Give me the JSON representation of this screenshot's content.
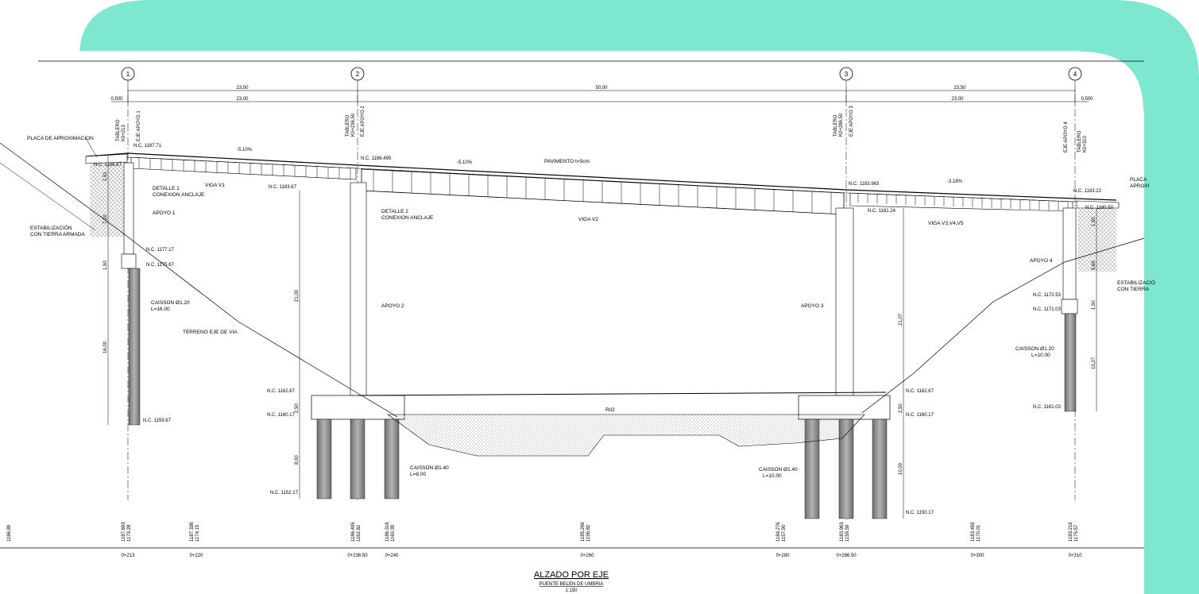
{
  "axes": [
    "1",
    "2",
    "3",
    "4"
  ],
  "dimensions": {
    "top": [
      "23,50",
      "50,00",
      "23,50"
    ],
    "second": [
      "0,500",
      "23,00",
      "23,00",
      "0,500"
    ]
  },
  "vertical_labels": {
    "tablero_1": "TABLERO",
    "tablero_1_km": "K0+213",
    "eje_apoyo_1": "EJE APOYO 1",
    "tablero_2": "TABLERO",
    "tablero_2_km": "K0+236.50",
    "eje_apoyo_2": "EJE APOYO 2",
    "tablero_3": "TABLERO",
    "tablero_3_km": "K0+286.50",
    "eje_apoyo_3": "EJE APOYO 3",
    "eje_apoyo_4": "EJE APOYO 4",
    "tablero_4": "TABLERO",
    "tablero_4_km": "K0+310"
  },
  "labels": {
    "placa_izq": "PLACA DE APROXIMACION",
    "placa_der_1": "PLACA",
    "placa_der_2": "APROXI",
    "pendiente_1a": "-5.10%",
    "pendiente_1b": "-5.10%",
    "pendiente_2": "-3.18%",
    "pavimento": "PAVIMENTO t=5cm",
    "viga_v1": "VIGA V1",
    "viga_v2": "VIGA V2",
    "viga_v3": "VIGA V3,V4,V5",
    "detalle1_a": "DETALLE 1",
    "detalle1_b": "CONEXION ANCLAJE",
    "detalle2_a": "DETALLE 2",
    "detalle2_b": "CONEXION ANCLAJE",
    "apoyo1": "APOYO 1",
    "apoyo2": "APOYO 2",
    "apoyo3": "APOYO 3",
    "apoyo4": "APOYO 4",
    "estab_izq_1": "ESTABILIZACIÓN",
    "estab_izq_2": "CON TIERRA ARMADA",
    "estab_der_1": "ESTABILIZACIÓ",
    "estab_der_2": "CON TIERRA",
    "caisson1_a": "CAISSON Ø1.20",
    "caisson1_b": "L=16.00",
    "caisson2_a": "CAISSON Ø1.40",
    "caisson2_b": "L=8.00",
    "caisson3_a": "CAISSON Ø1.40",
    "caisson3_b": "L=10.00",
    "caisson4_a": "CAISSON Ø1.20",
    "caisson4_b": "L=10.00",
    "terreno": "TERRENO EJE DE VIA",
    "rio": "RIO"
  },
  "levels": {
    "n1187_71": "N.C. 1187.71",
    "n1186_87": "N.C. 1186.87",
    "n1186_495": "N.C. 1186.495",
    "n1183_67": "N.C. 1183.67",
    "n1183_963": "N.C. 1183.963",
    "n1181_24": "N.C. 1181.24",
    "n1183_22": "N.C. 1183.22",
    "n1180_50": "N.C. 1180.50",
    "n1177_17": "N.C. 1177.17",
    "n1175_67": "N.C. 1175.67",
    "n1159_67": "N.C. 1159.67",
    "n1162_67_l": "N.C. 1162.67",
    "n1160_17_l": "N.C. 1160.17",
    "n1152_17": "N.C. 1152.17",
    "n1162_67_r": "N.C. 1162.67",
    "n1160_17_r": "N.C. 1160.17",
    "n1150_17": "N.C. 1150.17",
    "n1172_53": "N.C. 1172.53",
    "n1171_03": "N.C. 1171.03",
    "n1161_03": "N.C. 1161.03"
  },
  "vertical_dims": {
    "d1_51": "1,51",
    "d7_20": "7,20",
    "d1_50a": "1,50",
    "d16_00": "16,00",
    "d21_00": "21,00",
    "d2_50a": "2,50",
    "d8_00": "8,00",
    "d21_07": "21,07",
    "d2_50b": "2,50",
    "d10_00": "10,00",
    "d1_50b": "1,50",
    "d5_69": "5,69",
    "d1_50c": "1,50",
    "d10_27": "10,27"
  },
  "profile": [
    {
      "top": "1186.89",
      "bottom": ""
    },
    {
      "top": "1187.693",
      "bottom": "1179.28"
    },
    {
      "top": "1187.336",
      "bottom": "1174.15"
    },
    {
      "top": "1186.495",
      "bottom": "1162.82"
    },
    {
      "top": "1186.316",
      "bottom": "1160.39"
    },
    {
      "top": "1185.296",
      "bottom": "1156.82"
    },
    {
      "top": "1184.276",
      "bottom": "1157.90"
    },
    {
      "top": "1183.963",
      "bottom": "1159.59"
    },
    {
      "top": "1183.459",
      "bottom": "1170.01"
    },
    {
      "top": "1183.216",
      "bottom": "1175.57"
    }
  ],
  "stations": [
    "0+213",
    "0+220",
    "0+236.50",
    "0+240",
    "0+260",
    "0+280",
    "0+286.50",
    "0+300",
    "0+310"
  ],
  "title": {
    "main": "ALZADO POR EJE",
    "sub": "PUENTE BELEN DE UMBRIA",
    "scale": "1:150"
  },
  "colors": {
    "banner": "#7de7d0",
    "line": "#000000",
    "pile": "#8a8a8a",
    "hatch": "#9a9a9a"
  }
}
